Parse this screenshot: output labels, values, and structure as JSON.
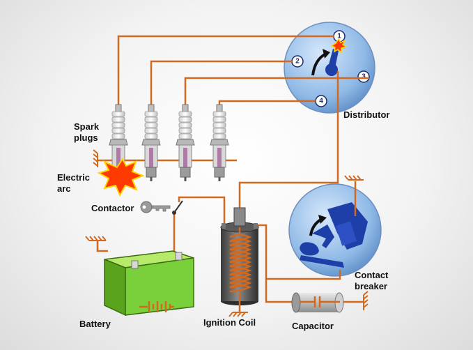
{
  "labels": {
    "spark_plugs_1": "Spark",
    "spark_plugs_2": "plugs",
    "electric_arc_1": "Electric",
    "electric_arc_2": "arc",
    "contactor": "Contactor",
    "battery": "Battery",
    "ignition_coil": "Ignition Coil",
    "capacitor": "Capacitor",
    "distributor": "Distributor",
    "contact_breaker_1": "Contact",
    "contact_breaker_2": "breaker"
  },
  "distributor_terminals": [
    "1",
    "2",
    "3",
    "4"
  ],
  "colors": {
    "wire": "#d2691e",
    "disc": "#9ec4ea",
    "rotor": "#1f3fa8",
    "battery": "#7ad03a",
    "coil": "#555555"
  }
}
